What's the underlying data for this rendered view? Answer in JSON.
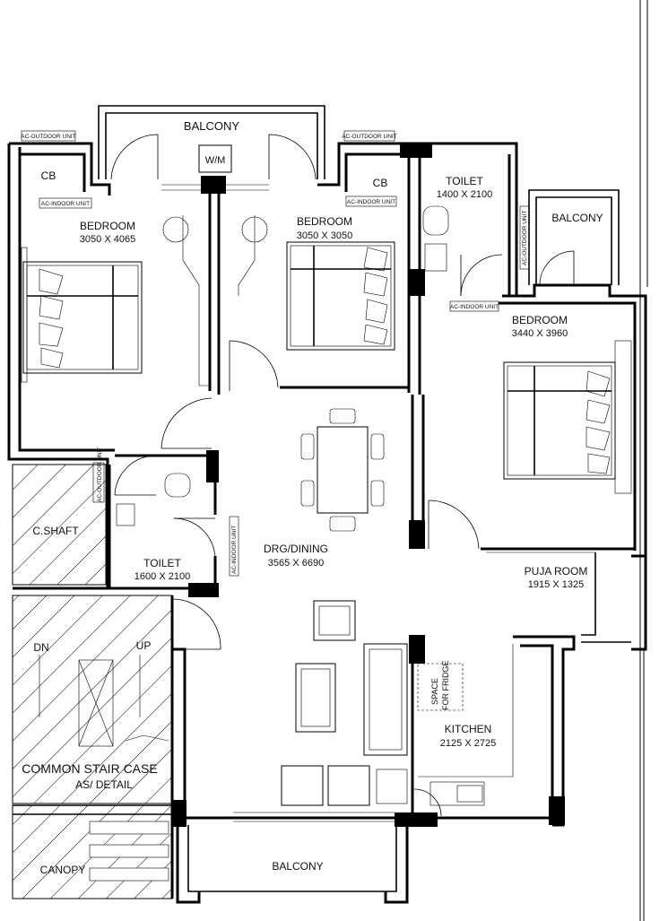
{
  "rooms": {
    "balcony_top": "BALCONY",
    "wm": "W/M",
    "cb_left": "CB",
    "cb_right": "CB",
    "ac_outdoor_left": "AC-OUTDOOR UNIT",
    "ac_outdoor_mid": "AC-OUTDOOR UNIT",
    "ac_indoor_left": "AC-INDOOR UNIT",
    "ac_indoor_mid": "AC-INDOOR UNIT",
    "ac_indoor_right": "AC-INDOOR UNIT",
    "ac_outdoor_vertical_right": "AC-OUTDOOR UNIT",
    "ac_outdoor_vertical_left": "AC-OUTDOOR UNIT",
    "ac_indoor_vertical": "AC-INDOOR UNIT",
    "bedroom1_name": "BEDROOM",
    "bedroom1_size": "3050 X 4065",
    "bedroom2_name": "BEDROOM",
    "bedroom2_size": "3050 X 3050",
    "toilet1_name": "TOILET",
    "toilet1_size": "1400 X 2100",
    "balcony_right": "BALCONY",
    "bedroom3_name": "BEDROOM",
    "bedroom3_size": "3440 X 3960",
    "cshaft": "C.SHAFT",
    "dining_name": "DRG/DINING",
    "dining_size": "3565 X 6690",
    "toilet2_name": "TOILET",
    "toilet2_size": "1600 X 2100",
    "puja_name": "PUJA ROOM",
    "puja_size": "1915 X 1325",
    "dn": "DN",
    "up": "UP",
    "stair_line1": "COMMON STAIR CASE",
    "stair_line2": "AS/ DETAIL",
    "fridge_line1": "SPACE",
    "fridge_line2": "FOR FRIDGE",
    "kitchen_name": "KITCHEN",
    "kitchen_size": "2125 X 2725",
    "canopy": "CANOPY",
    "balcony_bottom": "BALCONY"
  }
}
